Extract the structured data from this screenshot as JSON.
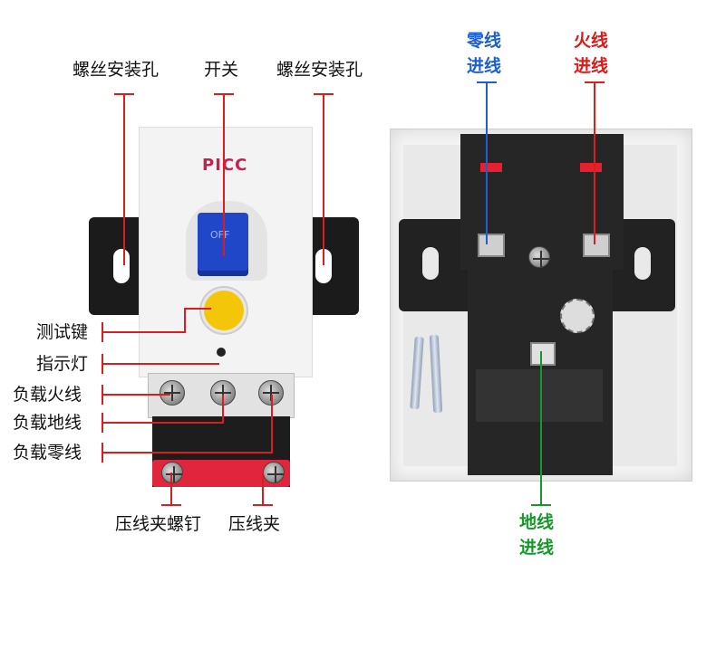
{
  "left_labels": {
    "mount_hole_left": "螺丝安装孔",
    "switch": "开关",
    "mount_hole_right": "螺丝安装孔",
    "test_button": "测试键",
    "indicator": "指示灯",
    "load_live": "负载火线",
    "load_ground": "负载地线",
    "load_neutral": "负载零线",
    "clamp_screw": "压线夹螺钉",
    "clamp": "压线夹"
  },
  "right_labels": {
    "neutral_in_l1": "零线",
    "neutral_in_l2": "进线",
    "live_in_l1": "火线",
    "live_in_l2": "进线",
    "ground_in_l1": "地线",
    "ground_in_l2": "进线"
  },
  "device": {
    "brand": "PICC",
    "switch_text": "OFF"
  },
  "colors": {
    "label_black": "#111111",
    "neutral_blue": "#1a5fd6",
    "live_red": "#e01818",
    "ground_green": "#159a2a",
    "leader_red": "#d81e1e"
  }
}
